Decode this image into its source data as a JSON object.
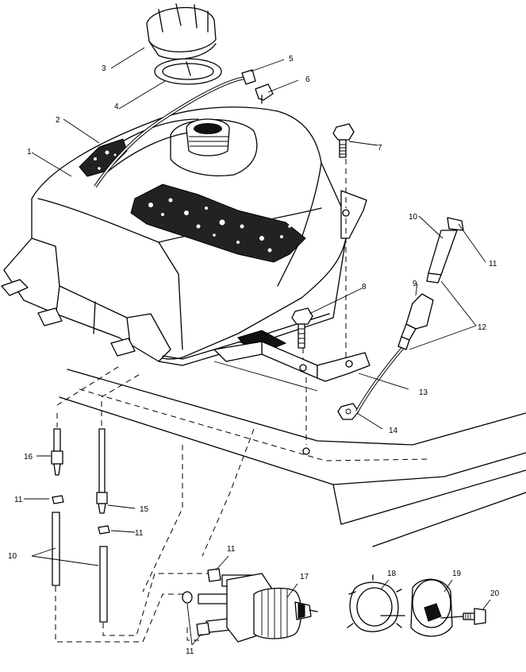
{
  "callouts": [
    {
      "id": "c1",
      "text": "1"
    },
    {
      "id": "c2",
      "text": "2"
    },
    {
      "id": "c3",
      "text": "3"
    },
    {
      "id": "c4",
      "text": "4"
    },
    {
      "id": "c5",
      "text": "5"
    },
    {
      "id": "c6",
      "text": "6"
    },
    {
      "id": "c7",
      "text": "7"
    },
    {
      "id": "c8",
      "text": "8"
    },
    {
      "id": "c9",
      "text": "9"
    },
    {
      "id": "c10a",
      "text": "10"
    },
    {
      "id": "c10b",
      "text": "10"
    },
    {
      "id": "c11a",
      "text": "11"
    },
    {
      "id": "c11b",
      "text": "11"
    },
    {
      "id": "c11c",
      "text": "11"
    },
    {
      "id": "c11d",
      "text": "11"
    },
    {
      "id": "c11e",
      "text": "11"
    },
    {
      "id": "c12",
      "text": "12"
    },
    {
      "id": "c13",
      "text": "13"
    },
    {
      "id": "c14",
      "text": "14"
    },
    {
      "id": "c15",
      "text": "15"
    },
    {
      "id": "c16",
      "text": "16"
    },
    {
      "id": "c17",
      "text": "17"
    },
    {
      "id": "c18",
      "text": "18"
    },
    {
      "id": "c19",
      "text": "19"
    },
    {
      "id": "c20",
      "text": "20"
    }
  ]
}
